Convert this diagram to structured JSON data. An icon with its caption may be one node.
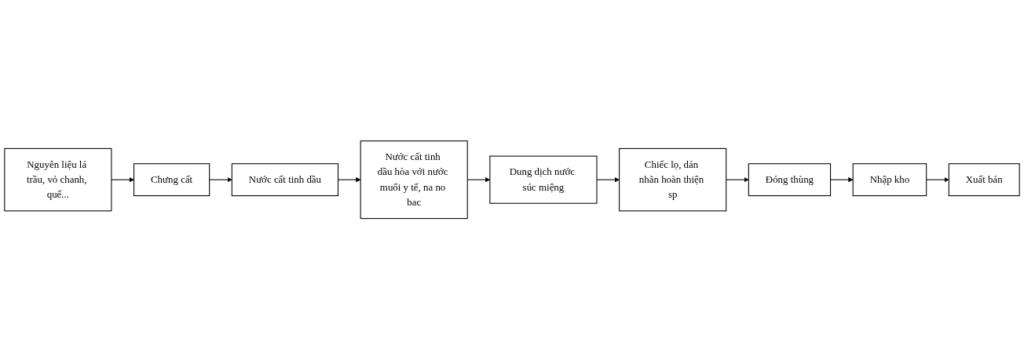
{
  "diagram": {
    "nodes": [
      {
        "text": [
          "Nguyên liệu lá trầu, vỏ chanh, quế..."
        ]
      },
      {
        "text": [
          "Chưng cất"
        ]
      },
      {
        "text": [
          "Nước cất tinh dầu"
        ]
      },
      {
        "text": [
          "Nước cất tinh dầu hòa với nước muối y tế, na no bac"
        ]
      },
      {
        "text": [
          "Dung dịch nước súc miệng"
        ]
      },
      {
        "text": [
          "Chiếc lọ, dán nhãn hoàn thiện sp"
        ]
      },
      {
        "text": [
          "Đóng thùng"
        ]
      },
      {
        "text": [
          "Nhập kho"
        ]
      },
      {
        "text": [
          "Xuất bán"
        ]
      }
    ],
    "edges": [
      {
        "from": 0,
        "to": 1,
        "arrow": "to"
      },
      {
        "from": 1,
        "to": 2,
        "arrow": "to"
      },
      {
        "from": 2,
        "to": 3,
        "arrow": "to"
      },
      {
        "from": 3,
        "to": 4,
        "arrow": "to"
      },
      {
        "from": 4,
        "to": 5,
        "arrow": "to"
      },
      {
        "from": 5,
        "to": 6,
        "arrow": "to"
      },
      {
        "from": 6,
        "to": 7,
        "arrow": "to"
      },
      {
        "from": 7,
        "to": 8,
        "arrow": "to"
      }
    ]
  }
}
